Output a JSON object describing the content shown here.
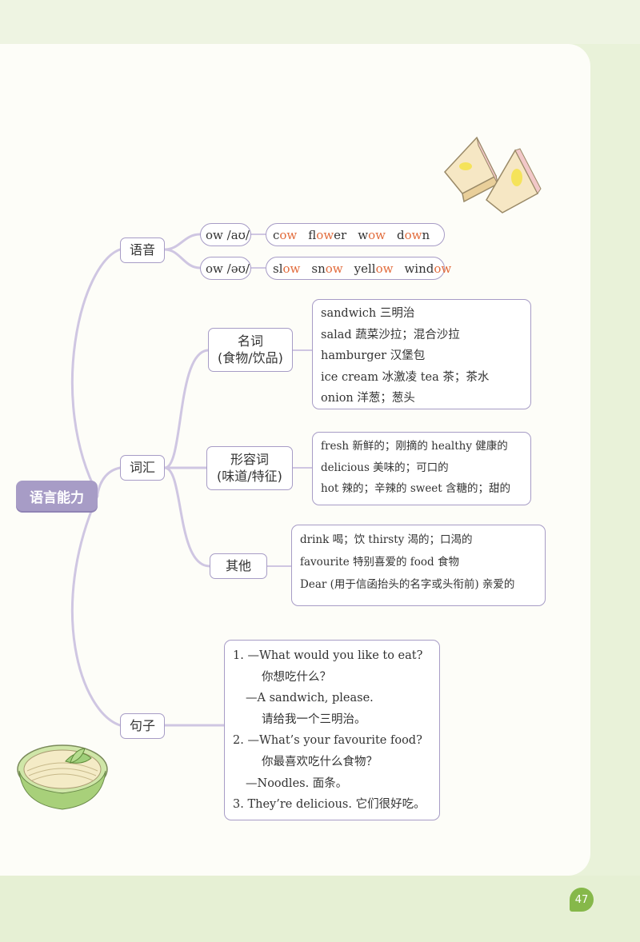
{
  "root": "语言能力",
  "phonics": {
    "label": "语音",
    "items": [
      {
        "sound": "ow /aʊ/",
        "words": [
          {
            "pre": "c",
            "hl": "ow",
            "post": ""
          },
          {
            "pre": "fl",
            "hl": "ow",
            "post": "er"
          },
          {
            "pre": "w",
            "hl": "ow",
            "post": ""
          },
          {
            "pre": "d",
            "hl": "ow",
            "post": "n"
          }
        ]
      },
      {
        "sound": "ow /əʊ/",
        "words": [
          {
            "pre": "sl",
            "hl": "ow",
            "post": ""
          },
          {
            "pre": "sn",
            "hl": "ow",
            "post": ""
          },
          {
            "pre": "yell",
            "hl": "ow",
            "post": ""
          },
          {
            "pre": "wind",
            "hl": "ow",
            "post": ""
          }
        ]
      }
    ]
  },
  "vocab": {
    "label": "词汇",
    "nouns": {
      "label_line1": "名词",
      "label_line2": "(食物/饮品)",
      "lines": [
        "sandwich 三明治",
        "salad 蔬菜沙拉；混合沙拉",
        "hamburger 汉堡包",
        "ice cream 冰激凌  tea 茶；茶水",
        "onion 洋葱；葱头"
      ]
    },
    "adjectives": {
      "label_line1": "形容词",
      "label_line2": "(味道/特征)",
      "lines": [
        "fresh 新鲜的；刚摘的  healthy 健康的",
        "delicious 美味的；可口的",
        "hot 辣的；辛辣的  sweet 含糖的；甜的"
      ]
    },
    "others": {
      "label": "其他",
      "lines": [
        "drink 喝；饮    thirsty 渴的；口渴的",
        "favourite 特别喜爱的  food 食物",
        "Dear (用于信函抬头的名字或头衔前) 亲爱的"
      ]
    }
  },
  "sentences": {
    "label": "句子",
    "lines": [
      "1. —What would you like to eat?",
      "你想吃什么？",
      "—A sandwich, please.",
      "请给我一个三明治。",
      "2. —What’s your favourite food?",
      "你最喜欢吃什么食物？",
      "—Noodles. 面条。",
      "3. They’re delicious. 它们很好吃。"
    ]
  },
  "page_number": "47",
  "colors": {
    "accent": "#a79cc6",
    "highlight": "#e26b3b",
    "badge": "#86b84a"
  }
}
